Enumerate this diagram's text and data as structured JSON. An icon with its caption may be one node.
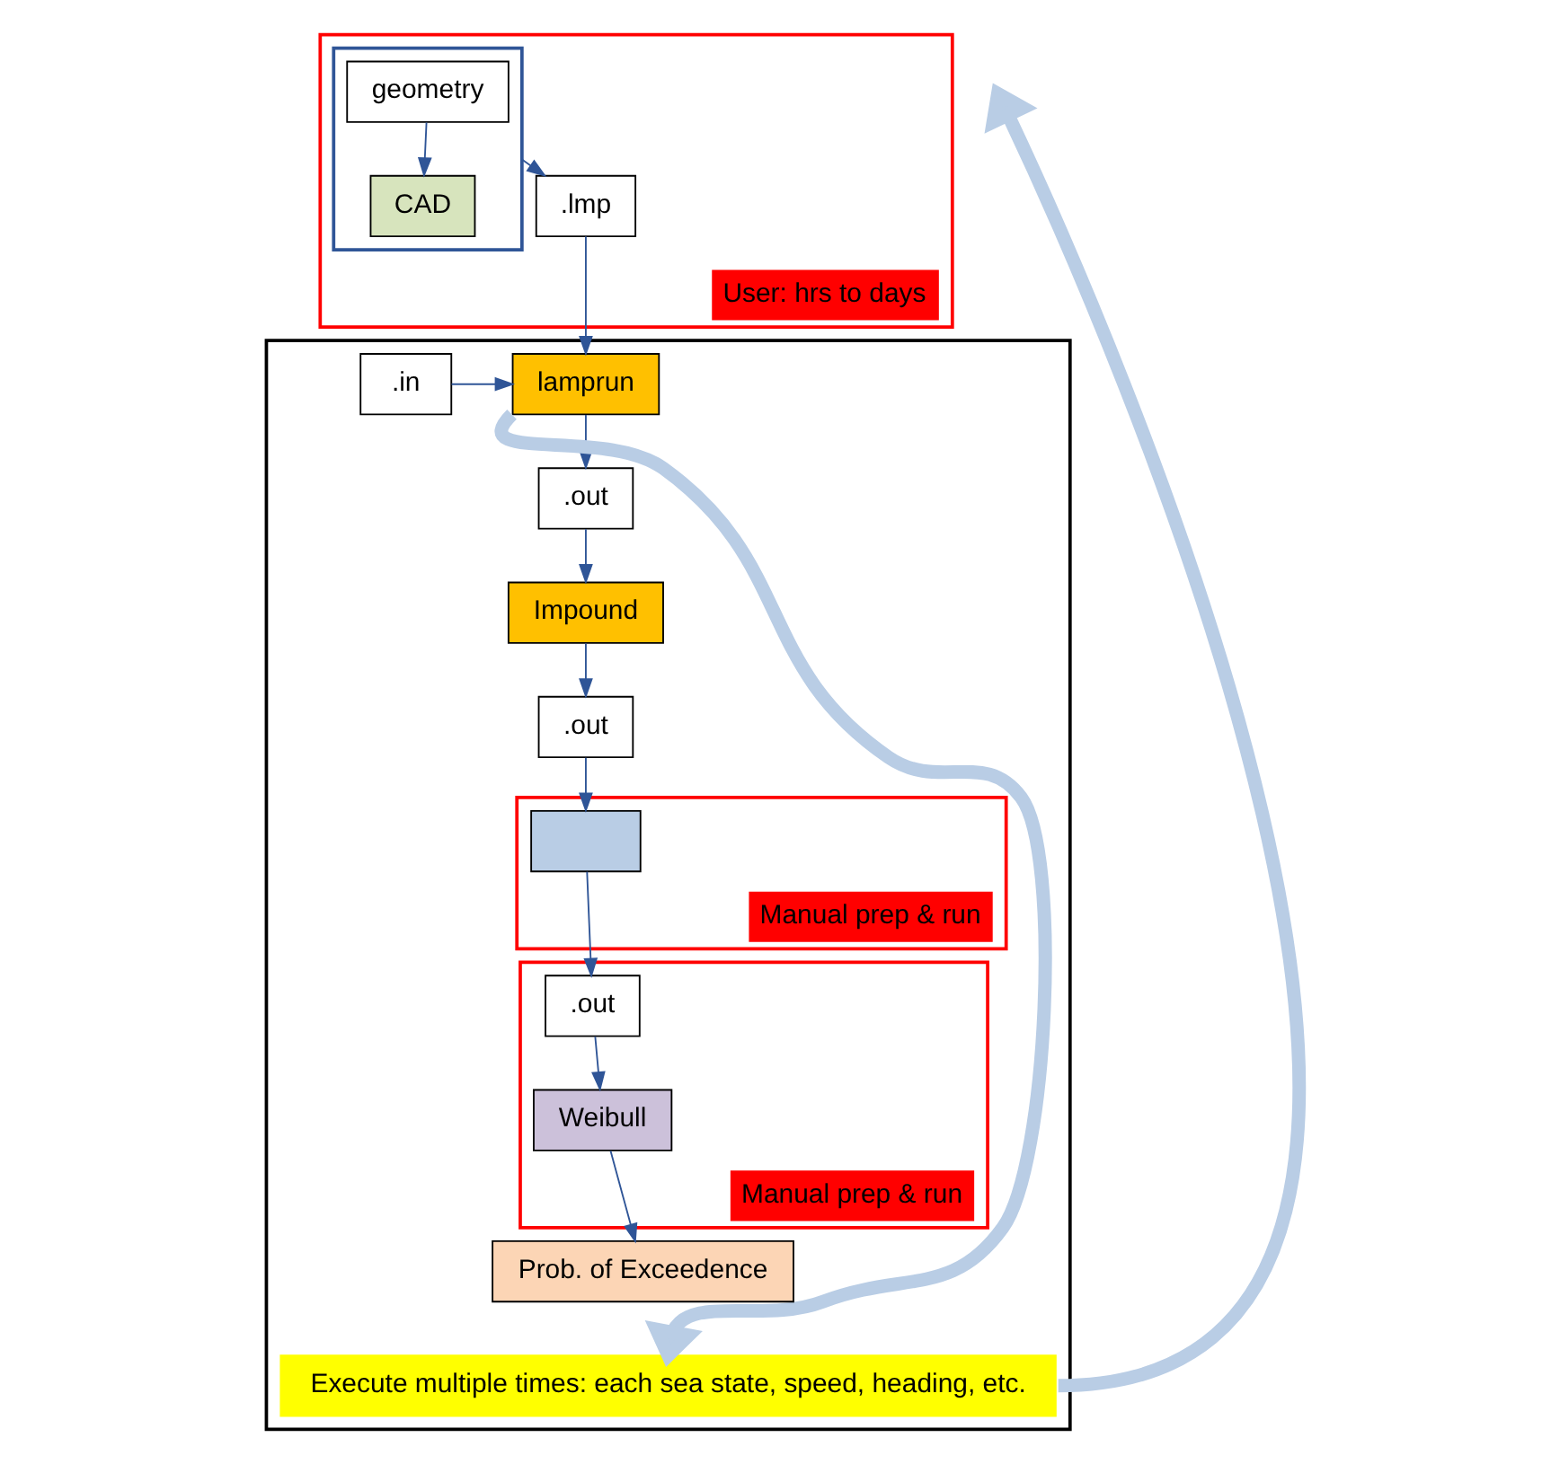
{
  "diagram": {
    "nodes": [
      {
        "text": [
          "User: hrs to days"
        ]
      },
      {
        "text": [],
        "shape": "box",
        "in": 0
      },
      {
        "text": [
          "geometry"
        ],
        "in": 1
      },
      {
        "text": [
          "CAD"
        ],
        "in": 1
      },
      {
        "text": [
          ".lmp"
        ],
        "in": 0
      },
      {
        "text": [],
        "shape": "box"
      },
      {
        "text": [
          ".in"
        ],
        "in": 5
      },
      {
        "text": [
          "lamprun"
        ],
        "in": 5
      },
      {
        "text": [
          ".out"
        ],
        "in": 5
      },
      {
        "text": [
          "Impound"
        ],
        "in": 5
      },
      {
        "text": [
          ".out"
        ],
        "in": 5
      },
      {
        "text": [
          "Manual prep & run"
        ],
        "in": 5
      },
      {
        "text": [],
        "shape": "box",
        "in": 11
      },
      {
        "text": [
          "Manual prep & run"
        ],
        "in": 5
      },
      {
        "text": [
          ".out"
        ],
        "in": 13
      },
      {
        "text": [
          "Weibull"
        ],
        "in": 13
      },
      {
        "text": [
          "Prob. of Exceedence"
        ],
        "in": 5
      },
      {
        "text": [
          "Execute multiple times: each sea state, speed, heading, etc."
        ],
        "in": 5
      }
    ],
    "edges": [
      {
        "from": 2,
        "to": 3,
        "arrow": "to"
      },
      {
        "from": 1,
        "to": 4,
        "arrow": "to"
      },
      {
        "from": 4,
        "to": 7,
        "arrow": "to"
      },
      {
        "from": 6,
        "to": 7,
        "arrow": "to"
      },
      {
        "from": 7,
        "to": 8,
        "arrow": "to"
      },
      {
        "from": 8,
        "to": 9,
        "arrow": "to"
      },
      {
        "from": 9,
        "to": 10,
        "arrow": "to"
      },
      {
        "from": 10,
        "to": 12,
        "arrow": "to"
      },
      {
        "from": 12,
        "to": 14,
        "arrow": "to"
      },
      {
        "from": 14,
        "to": 15,
        "arrow": "to"
      },
      {
        "from": 15,
        "to": 16,
        "arrow": "to"
      },
      {
        "from": 7,
        "to": 17,
        "arrow": "to",
        "style": "thick",
        "color": "#b9cde5"
      },
      {
        "from": 17,
        "to": null,
        "arrow": "to",
        "style": "thick",
        "color": "#b9cde5"
      }
    ]
  }
}
